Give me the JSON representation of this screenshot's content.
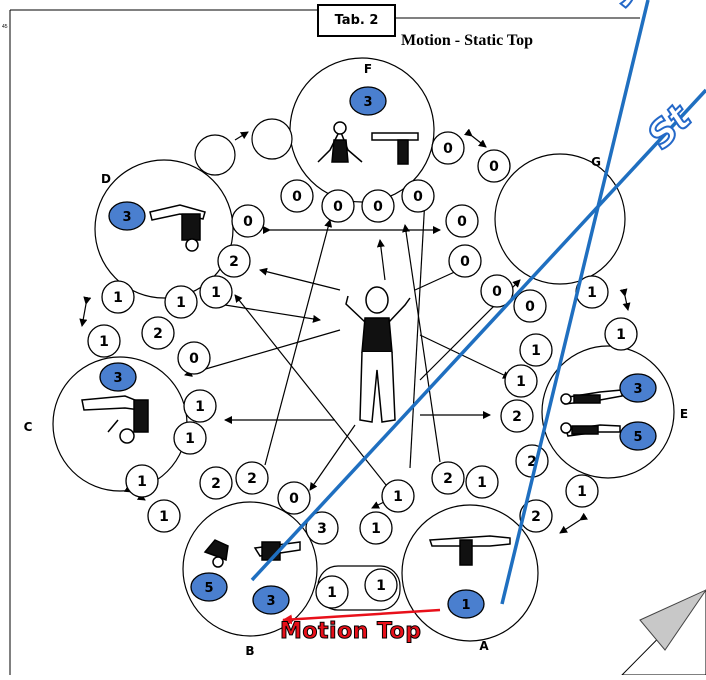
{
  "header": {
    "tab_label": "Tab. 2",
    "title": "Motion - Static  Top",
    "tiny_mark": "45"
  },
  "caption": "Motion Top",
  "watermarks": [
    "Sta",
    "St"
  ],
  "station_labels": {
    "A": "A",
    "B": "B",
    "C": "C",
    "D": "D",
    "E": "E",
    "F": "F",
    "G": "G"
  },
  "nodes": [
    "0",
    "0",
    "0",
    "0",
    "0",
    "0",
    "0",
    "0",
    "0",
    "0",
    "0",
    "0",
    "0",
    "1",
    "1",
    "1",
    "1",
    "1",
    "1",
    "1",
    "1",
    "1",
    "1",
    "1",
    "1",
    "1",
    "1",
    "1",
    "1",
    "1",
    "1",
    "2",
    "2",
    "2",
    "2",
    "2",
    "2",
    "2",
    "2",
    "3"
  ],
  "station_badges": {
    "F": "3",
    "D": "3",
    "C": "3",
    "E_top": "3",
    "E_bottom": "5",
    "B_left": "5",
    "B_right": "3",
    "A": "1"
  },
  "colors": {
    "badge": "#4a7fcf",
    "watermark_line": "#1f6fc0",
    "caption": "#e8101a",
    "paper": "#c8c8c8"
  }
}
